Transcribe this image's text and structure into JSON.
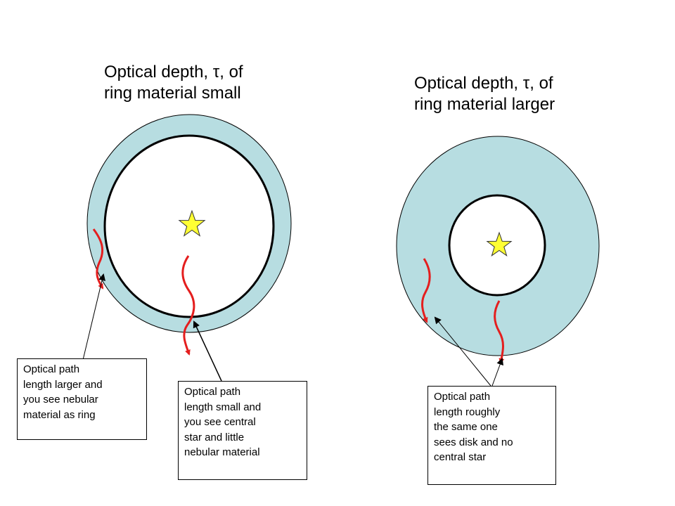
{
  "panels": {
    "left": {
      "title_lines": [
        "Optical depth, τ, of",
        "ring material small"
      ]
    },
    "right": {
      "title_lines": [
        "Optical depth, τ, of",
        "ring material larger"
      ]
    }
  },
  "callouts": {
    "left": {
      "lines": [
        "Optical path",
        "length larger and",
        "you see nebular",
        "material as ring"
      ]
    },
    "middle": {
      "lines": [
        "Optical path",
        "length small and",
        "you see central",
        "star and little",
        "nebular material"
      ]
    },
    "right": {
      "lines": [
        "Optical path",
        "length roughly",
        "the same one",
        "sees disk and no",
        "central star"
      ]
    }
  },
  "colors": {
    "nebula_fill": "#b7dde1",
    "inner_fill": "#ffffff",
    "ring_outline": "#000000",
    "star_fill": "#ffff33",
    "star_stroke": "#333333",
    "photon_path": "#e41e1e",
    "pointer_line": "#000000"
  },
  "icons": {
    "central_star": "star-icon",
    "photon_path": "wavy-arrow-icon"
  }
}
